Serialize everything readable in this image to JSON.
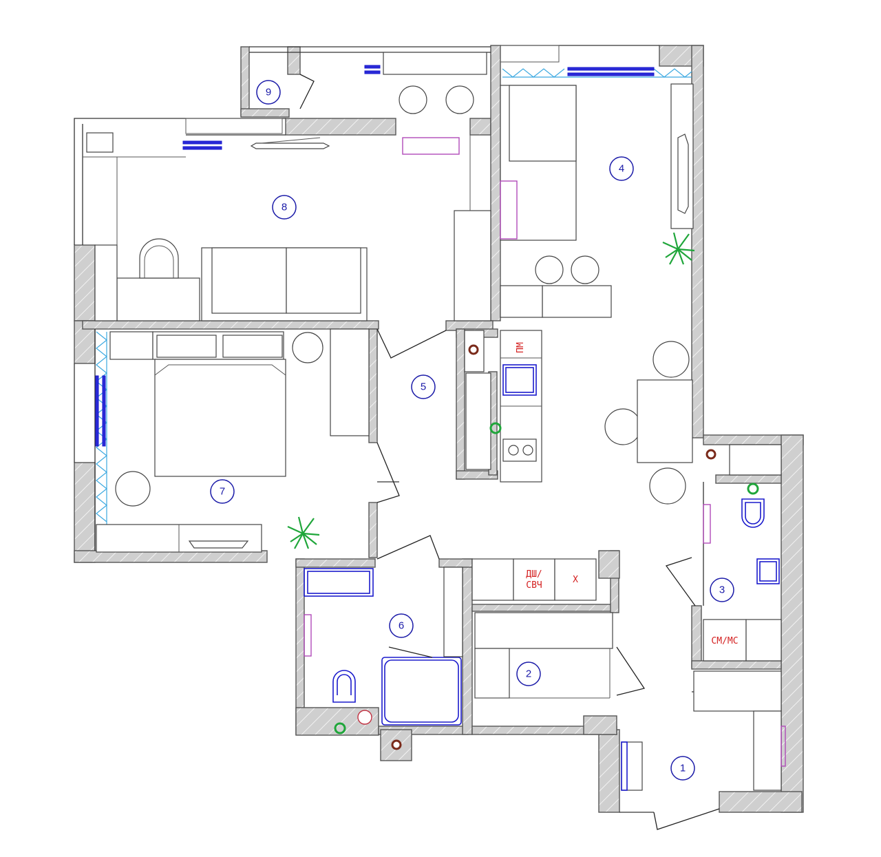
{
  "rooms": [
    {
      "id": "room-1",
      "number": "1"
    },
    {
      "id": "room-2",
      "number": "2"
    },
    {
      "id": "room-3",
      "number": "3"
    },
    {
      "id": "room-4",
      "number": "4"
    },
    {
      "id": "room-5",
      "number": "5"
    },
    {
      "id": "room-6",
      "number": "6"
    },
    {
      "id": "room-7",
      "number": "7"
    },
    {
      "id": "room-8",
      "number": "8"
    },
    {
      "id": "room-9",
      "number": "9"
    }
  ],
  "appliance_labels": {
    "dishwasher_fridge": "ПМ",
    "dishwasher_microwave_line1": "ДШ/",
    "dishwasher_microwave_line2": "СВЧ",
    "fridge": "Х",
    "washer_dryer": "СМ/МС"
  },
  "colors": {
    "wall_hatch": "#cfcfcf",
    "room_label": "#1a1aa8",
    "plumbing": "#1a1acc",
    "radiator": "#2a2ad8",
    "window": "#3aa8e0",
    "lighting": "#b04ab8",
    "appliance_text": "#d42020",
    "plant": "#1fa63a",
    "riser": "#7a2a1a"
  },
  "icons": [
    "plant-icon",
    "riser-icon",
    "tv-icon",
    "sink-icon",
    "toilet-icon",
    "bathtub-icon",
    "stove-icon"
  ]
}
